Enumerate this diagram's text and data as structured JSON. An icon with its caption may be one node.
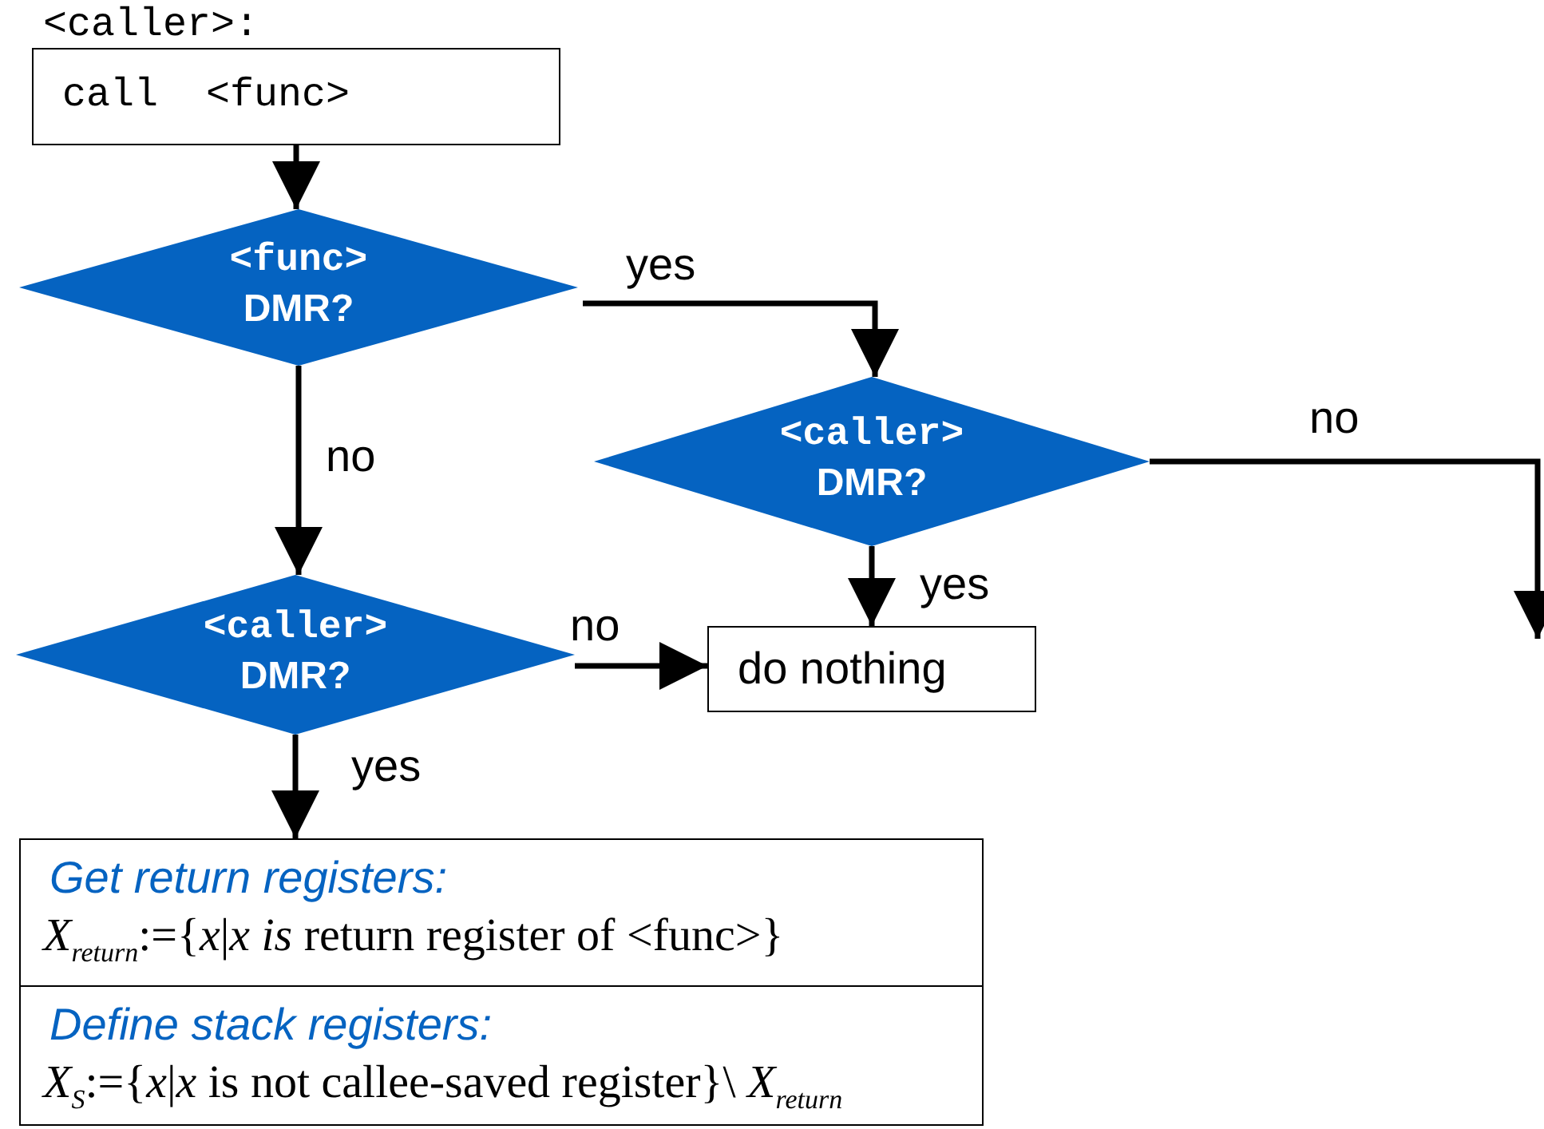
{
  "diagram": {
    "nodes": [
      {
        "text": [
          "call  <func>"
        ],
        "beside": [
          "<caller>:"
        ]
      },
      {
        "text": [
          "<func>",
          "DMR?"
        ]
      },
      {
        "text": [
          "<caller>",
          "DMR?"
        ]
      },
      {
        "text": [
          "<caller>",
          "DMR?"
        ]
      },
      {
        "text": [
          "do nothing"
        ]
      },
      {
        "text": [
          "Get return registers:",
          "*X*$_{return}$:={*x*|*x is* return register of <func>}"
        ]
      },
      {
        "text": [
          "Define stack registers:",
          "*X*$_{S}$:={*x*|*x* is not callee-saved register}\\ *X*$_{return}$"
        ]
      }
    ],
    "edges": [
      {
        "from": 0,
        "to": 1,
        "arrow": "to"
      },
      {
        "from": 1,
        "to": 2,
        "label": "yes",
        "arrow": "to"
      },
      {
        "from": 1,
        "to": 3,
        "label": "no",
        "arrow": "to"
      },
      {
        "from": 2,
        "to": 4,
        "label": "yes",
        "arrow": "to"
      },
      {
        "from": 2,
        "to": null,
        "label": "no",
        "arrow": "to"
      },
      {
        "from": 3,
        "to": 4,
        "label": "no",
        "arrow": "to"
      },
      {
        "from": 3,
        "to": 5,
        "label": "yes",
        "arrow": "to"
      }
    ]
  }
}
